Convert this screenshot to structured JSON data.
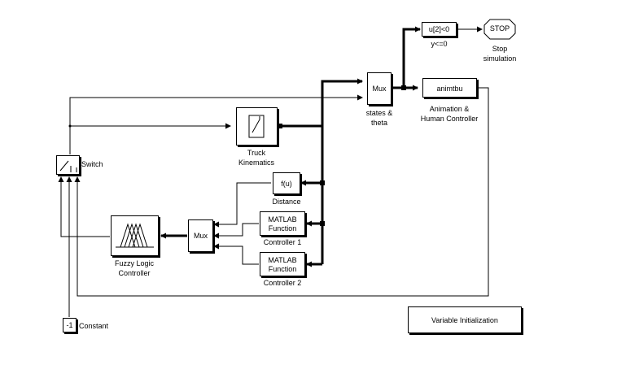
{
  "blocks": {
    "compare": {
      "text": "u[2]<0",
      "label": "y<=0"
    },
    "stop": {
      "text": "STOP",
      "label_line1": "Stop",
      "label_line2": "simulation"
    },
    "mux_states": {
      "text": "Mux",
      "label_line1": "states &",
      "label_line2": "theta"
    },
    "animation": {
      "text": "animtbu",
      "label_line1": "Animation &",
      "label_line2": "Human Controller"
    },
    "truck": {
      "label_line1": "Truck",
      "label_line2": "Kinematics"
    },
    "switch": {
      "label": "Switch"
    },
    "distance": {
      "text": "f(u)",
      "label": "Distance"
    },
    "controller1": {
      "text_line1": "MATLAB",
      "text_line2": "Function",
      "label": "Controller 1"
    },
    "controller2": {
      "text_line1": "MATLAB",
      "text_line2": "Function",
      "label": "Controller 2"
    },
    "mux_ctrl": {
      "text": "Mux"
    },
    "fuzzy": {
      "label_line1": "Fuzzy Logic",
      "label_line2": "Controller"
    },
    "constant": {
      "text": "-1",
      "label": "Constant"
    },
    "init": {
      "text": "Variable Initialization"
    }
  }
}
